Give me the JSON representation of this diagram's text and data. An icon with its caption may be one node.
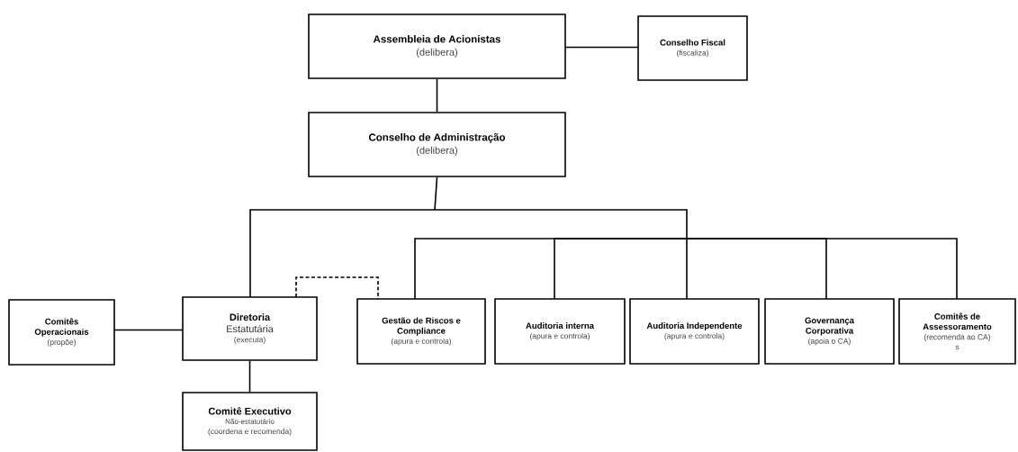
{
  "diagram": {
    "nodes": [
      {
        "text": [
          "Assembleia de Acionistas",
          "(delibera)"
        ]
      },
      {
        "text": [
          "Conselho Fiscal",
          "(fiscaliza)"
        ]
      },
      {
        "text": [
          "Conselho de Administração",
          "(delibera)"
        ]
      },
      {
        "text": [
          "Comitês Operacionais",
          "(propõe)"
        ]
      },
      {
        "text": [
          "Diretoria",
          "Estatutária",
          "(executa)"
        ]
      },
      {
        "text": [
          "Gestão de Riscos e Compliance",
          "(apura e controla)"
        ]
      },
      {
        "text": [
          "Auditoria interna",
          "(apura e controla)"
        ]
      },
      {
        "text": [
          "Auditoria Independente",
          "(apura e controla)"
        ]
      },
      {
        "text": [
          "Governança Corporativa",
          "(apoia o CA)"
        ]
      },
      {
        "text": [
          "Comitês de Assessoramento",
          "(recomenda ao CA)",
          "s"
        ]
      },
      {
        "text": [
          "Comitê Executivo",
          "Não-estatutário",
          "(coordena e recomenda)"
        ]
      }
    ],
    "edges": [
      {
        "from": 0,
        "to": 1,
        "arrow": "none"
      },
      {
        "from": 0,
        "to": 2,
        "arrow": "none"
      },
      {
        "from": 2,
        "to": 4,
        "arrow": "none"
      },
      {
        "from": 2,
        "to": 5,
        "arrow": "none"
      },
      {
        "from": 2,
        "to": 6,
        "arrow": "none"
      },
      {
        "from": 2,
        "to": 7,
        "arrow": "none"
      },
      {
        "from": 2,
        "to": 8,
        "arrow": "none"
      },
      {
        "from": 2,
        "to": 9,
        "arrow": "none"
      },
      {
        "from": 4,
        "to": 5,
        "arrow": "none",
        "style": "dashed"
      },
      {
        "from": 3,
        "to": 4,
        "arrow": "none"
      },
      {
        "from": 4,
        "to": 10,
        "arrow": "none"
      }
    ]
  }
}
